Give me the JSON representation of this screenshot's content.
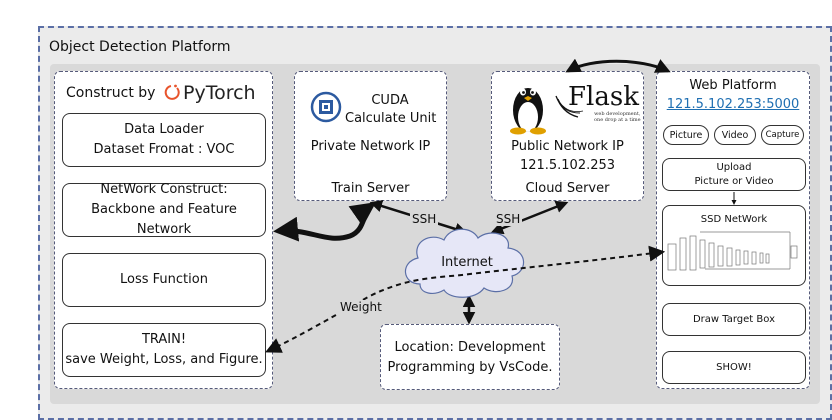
{
  "platform_title": "Object Detection Platform",
  "construct": {
    "label": "Construct by",
    "brand": "PyTorch",
    "data_loader": [
      "Data Loader",
      "Dataset Fromat : VOC"
    ],
    "network": [
      "NetWork Construct:",
      "Backbone and Feature Network"
    ],
    "loss": "Loss Function",
    "train": [
      "TRAIN!",
      "save Weight, Loss, and Figure."
    ]
  },
  "train_server": {
    "cuda": [
      "CUDA",
      "Calculate Unit"
    ],
    "ip_label": "Private Network IP",
    "name": "Train Server"
  },
  "cloud_server": {
    "brand": "Flask",
    "brand_tagline": [
      "web development,",
      "one drop at a time"
    ],
    "ip_label": "Public Network IP",
    "ip": "121.5.102.253",
    "name": "Cloud Server"
  },
  "web": {
    "title": "Web Platform",
    "url": "121.5.102.253:5000",
    "inputs": [
      "Picture",
      "Video",
      "Capture"
    ],
    "upload": [
      "Upload",
      "Picture or Video"
    ],
    "ssd": "SSD NetWork",
    "draw": "Draw Target Box",
    "show": "SHOW!"
  },
  "internet": "Internet",
  "ssh_left": "SSH",
  "ssh_right": "SSH",
  "weight": "Weight",
  "location": [
    "Location: Development",
    "Programming by VsCode."
  ]
}
